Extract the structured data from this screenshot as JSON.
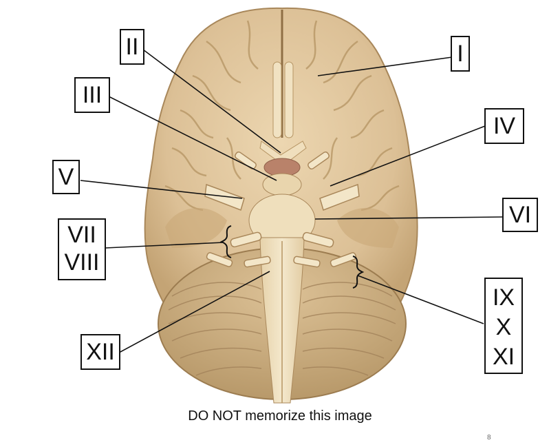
{
  "labels": {
    "I": "I",
    "II": "II",
    "III": "III",
    "IV": "IV",
    "V": "V",
    "VI": "VI",
    "VII": "VII",
    "VIII": "VIII",
    "IX": "IX",
    "X": "X",
    "XI": "XI",
    "XII": "XII"
  },
  "caption": "DO NOT memorize this image",
  "page_number": "8",
  "colors": {
    "brain_fill": "#e2c9a0",
    "brain_shadow": "#b9986a",
    "brain_dark": "#8f6f45",
    "cerebellum": "#d6b98c",
    "nerve": "#f3e6c8",
    "pons": "#eddcb7",
    "pituitary": "#b9826a"
  }
}
